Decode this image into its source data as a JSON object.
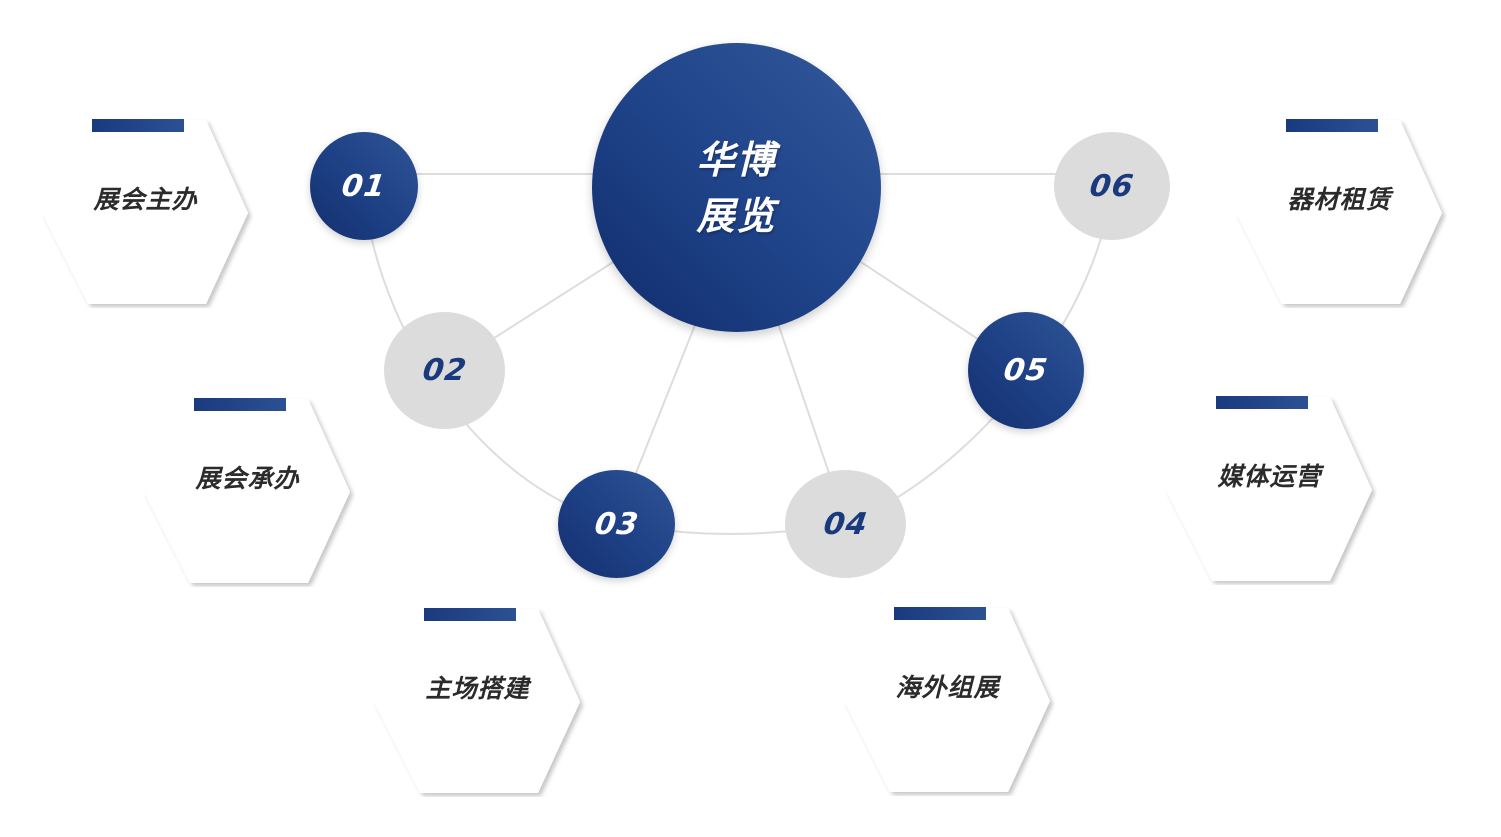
{
  "center": {
    "line1": "华博",
    "line2": "展览"
  },
  "nodes": [
    {
      "id": "01",
      "label": "01",
      "style": "blue"
    },
    {
      "id": "02",
      "label": "02",
      "style": "gray"
    },
    {
      "id": "03",
      "label": "03",
      "style": "blue"
    },
    {
      "id": "04",
      "label": "04",
      "style": "gray"
    },
    {
      "id": "05",
      "label": "05",
      "style": "blue"
    },
    {
      "id": "06",
      "label": "06",
      "style": "gray"
    }
  ],
  "services": [
    {
      "id": "s1",
      "label": "展会主办"
    },
    {
      "id": "s2",
      "label": "展会承办"
    },
    {
      "id": "s3",
      "label": "主场搭建"
    },
    {
      "id": "s4",
      "label": "海外组展"
    },
    {
      "id": "s5",
      "label": "媒体运营"
    },
    {
      "id": "s6",
      "label": "器材租赁"
    }
  ],
  "colors": {
    "primary": "#1d3f84",
    "node_gray": "#dcdcdc",
    "line": "#dddddd",
    "text": "#2b2b2b"
  }
}
